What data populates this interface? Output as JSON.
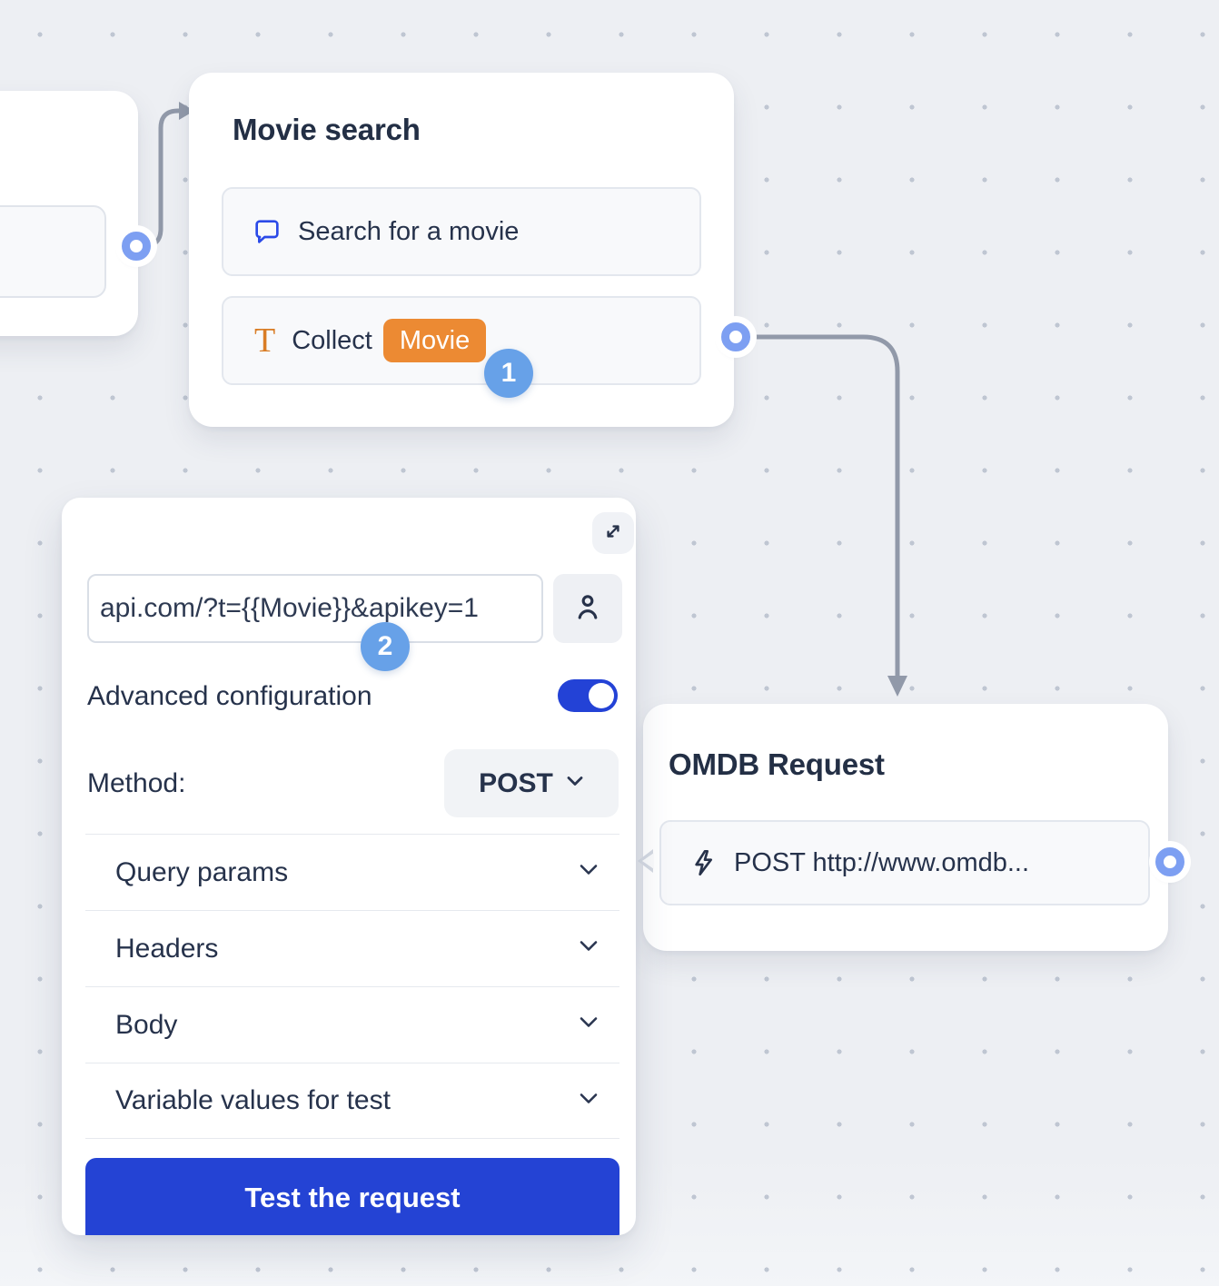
{
  "colors": {
    "accent_blue": "#2342d6",
    "badge_blue": "#67a1e8",
    "port_blue": "#7d9ff2",
    "connector_gray": "#9199a9",
    "chip_orange": "#ec8a33",
    "canvas_bg": "#edeff3"
  },
  "nodes": {
    "movie_search": {
      "title": "Movie search",
      "action1": {
        "icon": "chat-bubble-icon",
        "label": "Search for a movie"
      },
      "action2": {
        "icon": "text-icon",
        "icon_glyph": "T",
        "label": "Collect",
        "variable_chip": "Movie"
      }
    },
    "omdb_request": {
      "title": "OMDB Request",
      "action": {
        "icon": "lightning-icon",
        "label": "POST http://www.omdb..."
      }
    }
  },
  "editor_panel": {
    "url_input": {
      "value": "api.com/?t={{Movie}}&apikey=1"
    },
    "advanced_toggle_label": "Advanced configuration",
    "toggle_state": "on",
    "method_label": "Method:",
    "method_value": "POST",
    "sections": [
      "Query params",
      "Headers",
      "Body",
      "Variable values for test"
    ],
    "test_button_label": "Test the request"
  },
  "badges": {
    "step1": "1",
    "step2": "2"
  }
}
